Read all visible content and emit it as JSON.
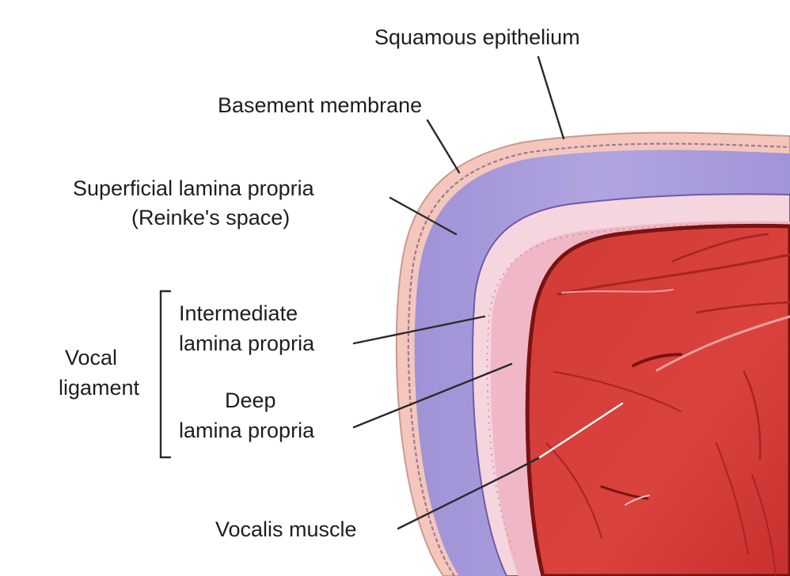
{
  "labels": {
    "squamous_epithelium": "Squamous epithelium",
    "basement_membrane": "Basement membrane",
    "superficial_line1": "Superficial lamina propria",
    "superficial_line2": "(Reinke's space)",
    "intermediate_line1": "Intermediate",
    "intermediate_line2": "lamina propria",
    "deep_line1": "Deep",
    "deep_line2": "lamina propria",
    "vocal_ligament_line1": "Vocal",
    "vocal_ligament_line2": "ligament",
    "vocalis_muscle": "Vocalis muscle"
  },
  "colors": {
    "epithelium": "#f4c6bc",
    "basement_membrane": "#9a7a95",
    "superficial_lamina_propria": "#a89ad8",
    "intermediate_lamina_propria": "#f6d6de",
    "deep_lamina_propria": "#f0b4c2",
    "vocalis_muscle": "#d53a3a",
    "muscle_outline": "#7a1212",
    "text": "#1e1e1e"
  }
}
